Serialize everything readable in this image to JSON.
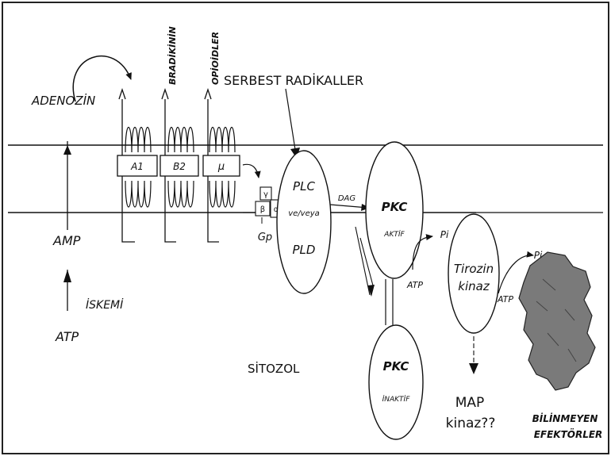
{
  "labels": {
    "adenozin": "ADENOZİN",
    "bradikinin": "BRADİKİNİN",
    "opioidler": "OPİOİDLER",
    "serbest_radikaller": "SERBEST RADİKALLER",
    "amp": "AMP",
    "iskemi": "İSKEMİ",
    "atp_left": "ATP",
    "sitozol": "SİTOZOL",
    "dag": "DAG",
    "gp": "Gp",
    "atp_pkc": "ATP",
    "atp_tirozin": "ATP",
    "pi_1": "Pi",
    "pi_2": "Pi",
    "map_line1": "MAP",
    "map_line2": "kinaz??",
    "bilinmeyen": "BİLİNMEYEN",
    "efektorler": "EFEKTÖRLER"
  },
  "receptors": [
    {
      "label": "A1"
    },
    {
      "label": "B2"
    },
    {
      "label": "µ"
    }
  ],
  "g_protein": {
    "gamma": "γ",
    "beta": "β",
    "alpha": "α"
  },
  "ovals": {
    "plc_pld": {
      "top": "PLC",
      "middle": "ve/veya",
      "bottom": "PLD"
    },
    "pkc_active": {
      "title": "PKC",
      "sub": "AKTİF"
    },
    "pkc_inactive": {
      "title": "PKC",
      "sub": "İNAKTİF"
    },
    "tirozin": {
      "line1": "Tirozin",
      "line2": "kinaz"
    }
  },
  "colors": {
    "ink": "#111111",
    "blob": "#7a7a7a"
  }
}
